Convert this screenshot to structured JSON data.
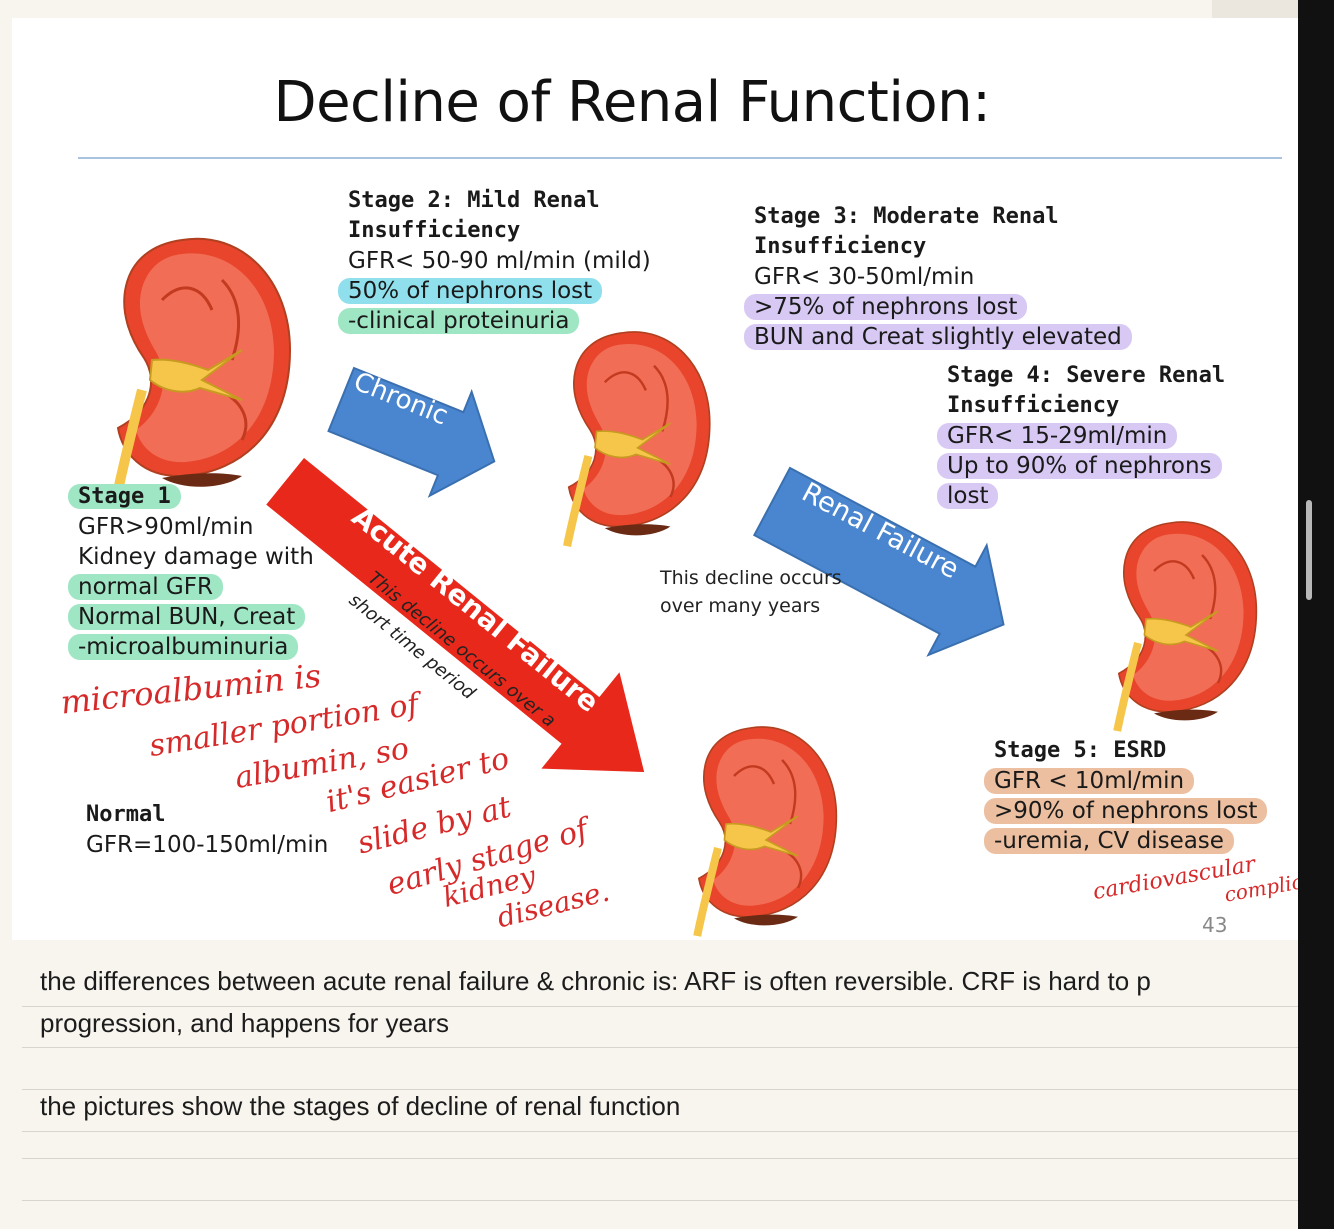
{
  "slide": {
    "title": "Decline of Renal Function:",
    "page_number": "43",
    "normal": {
      "heading": "Normal",
      "gfr": "GFR=100-150ml/min"
    },
    "stage1": {
      "heading": "Stage 1",
      "line1": "GFR>90ml/min",
      "line2": "Kidney damage with",
      "line3": "normal GFR",
      "line4": "Normal  BUN, Creat",
      "line5": "-microalbuminuria"
    },
    "stage2": {
      "heading1": "Stage 2: Mild Renal",
      "heading2": "Insufficiency",
      "line1": "GFR< 50-90 ml/min (mild)",
      "line2": "50% of nephrons lost",
      "line3": "-clinical proteinuria"
    },
    "stage3": {
      "heading1": "Stage 3: Moderate  Renal",
      "heading2": "Insufficiency",
      "line1": "GFR< 30-50ml/min",
      "line2": ">75% of nephrons lost",
      "line3": "BUN and Creat slightly elevated"
    },
    "stage4": {
      "heading1": "Stage 4: Severe Renal",
      "heading2": "Insufficiency",
      "line1": "GFR< 15-29ml/min",
      "line2": "Up to 90% of nephrons",
      "line3": "lost"
    },
    "stage5": {
      "heading": "Stage 5: ESRD",
      "line1": "GFR < 10ml/min",
      "line2": ">90% of nephrons lost",
      "line3": "-uremia, CV disease"
    },
    "arrows": {
      "chronic": "Chronic",
      "renal_failure": "Renal Failure",
      "acute": "Acute Renal Failure",
      "acute_note_1": "This decline occurs over a",
      "acute_note_2": "short time period"
    },
    "chronic_note": {
      "line1": "This decline occurs",
      "line2": "over many years"
    },
    "handwriting": {
      "line1": "microalbumin is",
      "line2": "smaller portion of",
      "line3": "albumin, so",
      "line4": "it's easier to",
      "line5": "slide by at",
      "line6": "early stage of",
      "line7": "kidney",
      "line8": "disease.",
      "cv1": "cardiovascular",
      "cv2": "complic"
    },
    "colors": {
      "highlight_green": "#9fe6c4",
      "highlight_cyan": "#8fe0ec",
      "highlight_purple": "#d7c9f3",
      "highlight_orange": "#ebbf9f",
      "arrow_blue": "#4a86cf",
      "arrow_red": "#e8281a",
      "handwriting_red": "#d62a2a"
    }
  },
  "notes": {
    "line1": "the differences between acute renal failure & chronic is: ARF is often reversible. CRF is hard to p",
    "line2": "progression, and happens for years",
    "line3": "the pictures show the stages of decline of renal function"
  }
}
